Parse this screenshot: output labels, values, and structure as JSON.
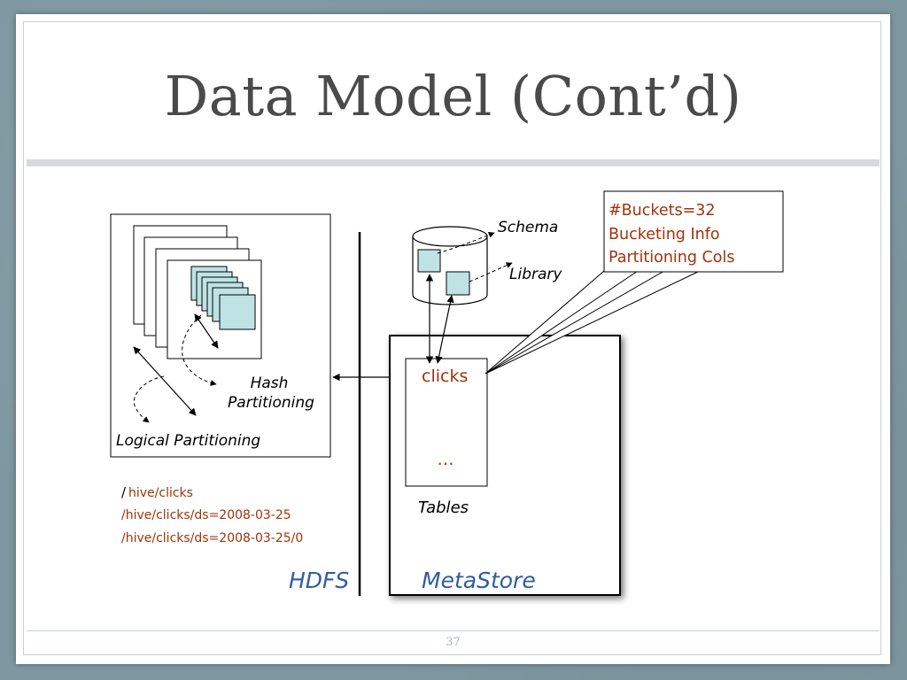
{
  "slide": {
    "title": "Data Model (Cont’d)",
    "slide_number": "37"
  },
  "hdfs": {
    "logical_partitioning_label": "Logical Partitioning",
    "hash_partitioning_label_line1": "Hash",
    "hash_partitioning_label_line2": "Partitioning",
    "path_prefix": "/",
    "paths": [
      "hive/clicks",
      "/hive/clicks/ds=2008-03-25",
      "/hive/clicks/ds=2008-03-25/0"
    ],
    "section_label": "HDFS"
  },
  "metastore": {
    "schema_label": "Schema",
    "library_label": "Library",
    "table_name": "clicks",
    "ellipsis": "…",
    "tables_label": "Tables",
    "section_label": "MetaStore"
  },
  "callout": {
    "lines": [
      "#Buckets=32",
      "Bucketing Info",
      "Partitioning Cols"
    ]
  },
  "colors": {
    "accent_red": "#a0340a",
    "accent_blue": "#2f5da0",
    "bucket_fill": "#bfe3e5",
    "frame_border": "#c9d0d3"
  }
}
